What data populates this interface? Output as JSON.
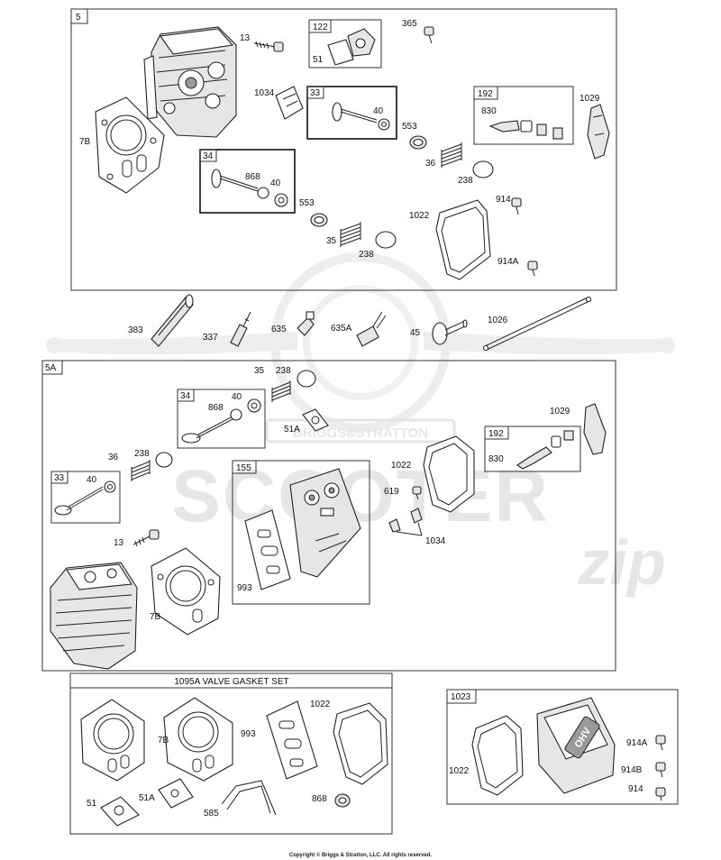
{
  "sections": {
    "s5": "5",
    "s5a": "5A",
    "gasket_set_title": "1095A VALVE GASKET SET",
    "s1023": "1023"
  },
  "kit_tags": {
    "k122": "122",
    "k33_top": "33",
    "k34_top": "34",
    "k192_top": "192",
    "k34_mid": "34",
    "k192_mid": "192",
    "k33_mid": "33",
    "k155": "155"
  },
  "labels": {
    "l13a": "13",
    "l365": "365",
    "l51a": "51",
    "l1034a": "1034",
    "l40a": "40",
    "l830a": "830",
    "l1029a": "1029",
    "l7Ba": "7B",
    "l553a": "553",
    "l36a": "36",
    "l238a": "238",
    "l868a": "868",
    "l40b": "40",
    "l914a": "914",
    "l553b": "553",
    "l1022a": "1022",
    "l35a": "35",
    "l238b": "238",
    "l914Aa": "914A",
    "l383": "383",
    "l337": "337",
    "l635": "635",
    "l635A": "635A",
    "l45": "45",
    "l1026": "1026",
    "l35b": "35",
    "l238c": "238",
    "l40c": "40",
    "l868b": "868",
    "l51Aa": "51A",
    "l1029b": "1029",
    "l36b": "36",
    "l238d": "238",
    "l40d": "40",
    "l830b": "830",
    "l1022b": "1022",
    "l619": "619",
    "l1034b": "1034",
    "l13b": "13",
    "l993a": "993",
    "l7Bb": "7B",
    "l1022c": "1022",
    "l7Bc": "7B",
    "l993b": "993",
    "l51b": "51",
    "l51Ab": "51A",
    "l585": "585",
    "l868c": "868",
    "l914Ab": "914A",
    "l914B": "914B",
    "l914b": "914",
    "l1022d": "1022"
  },
  "stamps": {
    "ohv": "OHV"
  },
  "watermark": {
    "brand": "BRIGGS&STRATTON",
    "line1": "SCOOTER",
    "line2": "zip"
  },
  "footer": {
    "copyright": "Copyright © Briggs & Stratton, LLC. All rights reserved."
  }
}
